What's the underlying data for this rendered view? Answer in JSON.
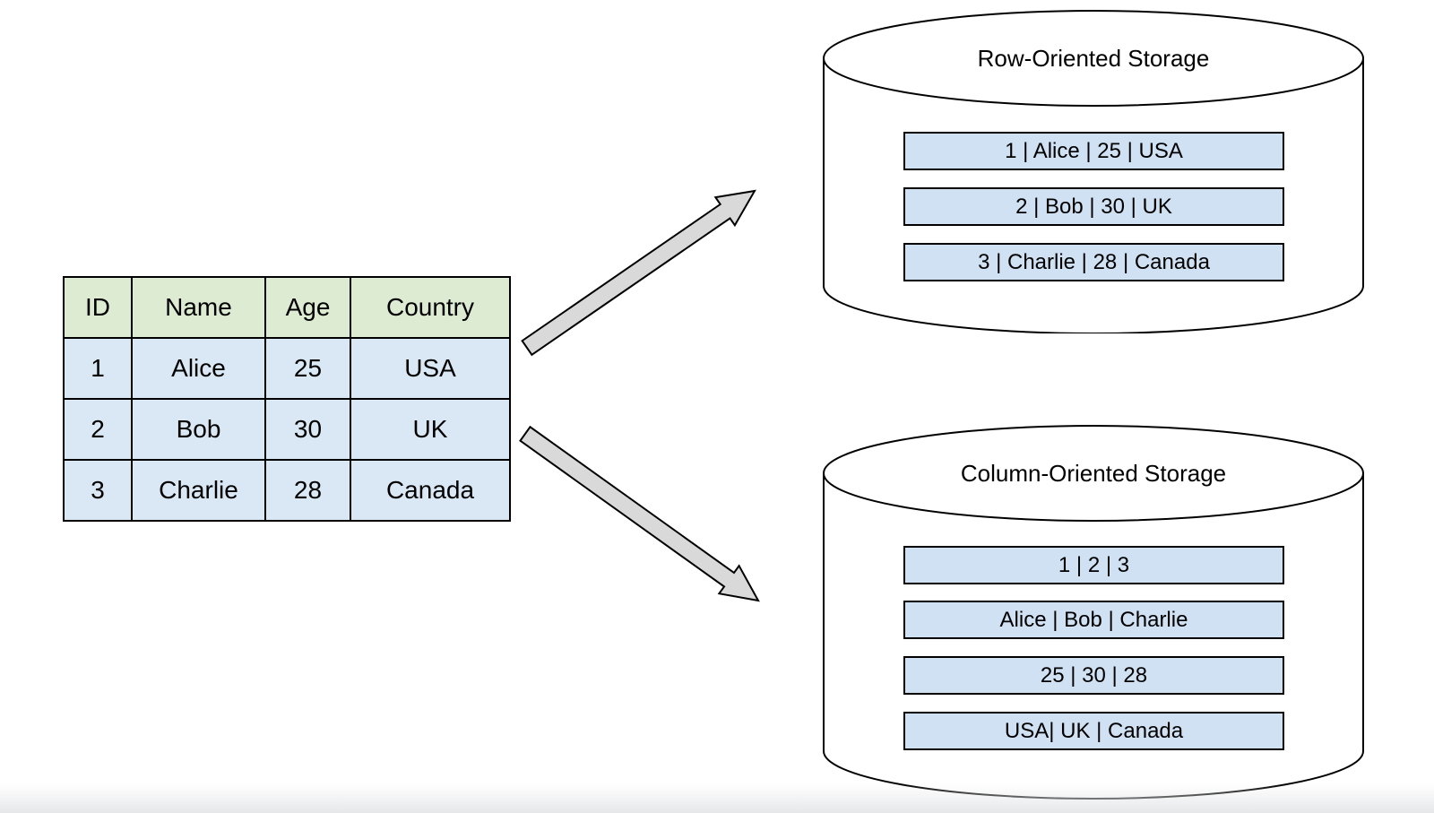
{
  "diagram": {
    "source_table": {
      "headers": [
        "ID",
        "Name",
        "Age",
        "Country"
      ],
      "rows": [
        [
          "1",
          "Alice",
          "25",
          "USA"
        ],
        [
          "2",
          "Bob",
          "30",
          "UK"
        ],
        [
          "3",
          "Charlie",
          "28",
          "Canada"
        ]
      ]
    },
    "row_storage": {
      "title": "Row-Oriented Storage",
      "records": [
        "1 | Alice | 25 | USA",
        "2 | Bob | 30 | UK",
        "3 | Charlie | 28 | Canada"
      ]
    },
    "column_storage": {
      "title": "Column-Oriented Storage",
      "records": [
        "1 | 2 | 3",
        "Alice | Bob | Charlie",
        "25 | 30 | 28",
        "USA| UK | Canada"
      ]
    }
  },
  "colors": {
    "header_green": "#ddebd3",
    "cell_blue": "#dae8f5",
    "record_blue": "#cfe1f3",
    "arrow_gray": "#d9d9d9",
    "outline": "#000000",
    "page_fade": "#e6e7e9"
  }
}
